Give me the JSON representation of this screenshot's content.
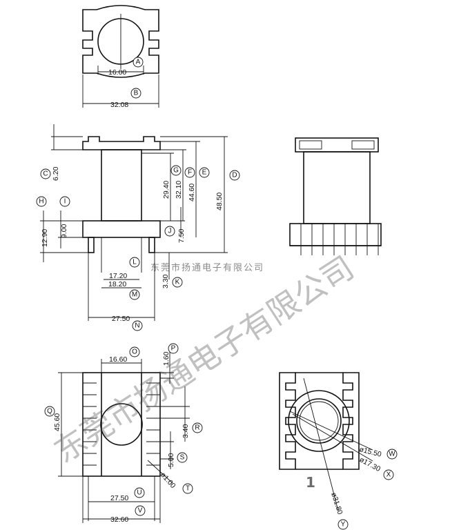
{
  "dimensions": {
    "a": "16.00",
    "b": "32.08",
    "c": "6.20",
    "d": "48.50",
    "e": "44.60",
    "f": "32.10",
    "g": "29.40",
    "h": "12.90",
    "i": "9.00",
    "j": "7.50",
    "k": "3.30",
    "l": "17.20",
    "m": "18.20",
    "n": "27.50",
    "o": "16.60",
    "p": "1.60",
    "q": "45.60",
    "r": "3.40",
    "s": "5.00",
    "t": "ø1.00",
    "u": "27.50",
    "v": "32.60",
    "w": "ø15.50",
    "x": "ø17.30",
    "y": "ø31.80"
  },
  "labels": {
    "a": "A",
    "b": "B",
    "c": "C",
    "d": "D",
    "e": "E",
    "f": "F",
    "g": "G",
    "h": "H",
    "i": "I",
    "j": "J",
    "k": "K",
    "l": "L",
    "m": "M",
    "n": "N",
    "o": "O",
    "p": "P",
    "q": "Q",
    "r": "R",
    "s": "S",
    "t": "T",
    "u": "U",
    "v": "V",
    "w": "W",
    "x": "X",
    "y": "Y"
  },
  "watermark": {
    "large": "东莞市扬通电子有限公司",
    "small": "东莞市扬通电子有限公司"
  },
  "page_number": "1"
}
